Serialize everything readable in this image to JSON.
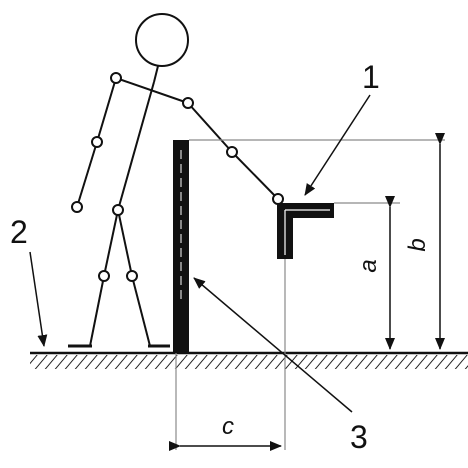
{
  "diagram": {
    "callouts": {
      "one": "1",
      "two": "2",
      "three": "3"
    },
    "dimensions": {
      "a": "a",
      "b": "b",
      "c": "c"
    }
  },
  "colors": {
    "ink": "#111111",
    "paper": "#ffffff",
    "guide": "#8a8a8a"
  }
}
